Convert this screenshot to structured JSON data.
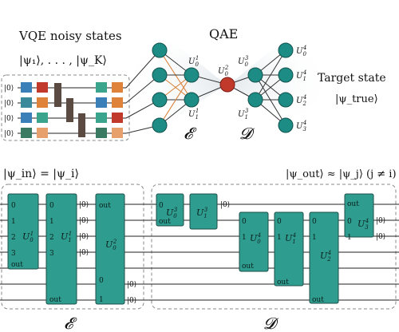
{
  "top": {
    "vqe_title": "VQE noisy states",
    "vqe_states": "|ψ₁⟩, . . . , |ψ_K⟩",
    "ket0": "|0⟩",
    "qae_title": "QAE",
    "encoder_symbol": "𝓔",
    "decoder_symbol": "𝓓",
    "target_title": "Target state",
    "target_state": "|ψ_true⟩",
    "latent_label_top": "U",
    "nn_labels": {
      "enc_top": {
        "base": "U",
        "sub": "0",
        "sup": "1"
      },
      "enc_bot": {
        "base": "U",
        "sub": "1",
        "sup": "1"
      },
      "latent": {
        "base": "U",
        "sub": "0",
        "sup": "2"
      },
      "dec_top": {
        "base": "U",
        "sub": "0",
        "sup": "3"
      },
      "dec_bot": {
        "base": "U",
        "sub": "1",
        "sup": "3"
      },
      "out0": {
        "base": "U",
        "sub": "0",
        "sup": "4"
      },
      "out1": {
        "base": "U",
        "sub": "1",
        "sup": "4"
      },
      "out2": {
        "base": "U",
        "sub": "2",
        "sup": "4"
      },
      "out3": {
        "base": "U",
        "sub": "3",
        "sup": "4"
      }
    },
    "colors": {
      "gate_teal": "#2e9c8e",
      "node_teal": "#1c8c84",
      "latent_red": "#c0392b",
      "edge_orange": "#d9823b",
      "blocks": [
        "#3a7fb8",
        "#c0392b",
        "#5b4a42",
        "#3aa58c",
        "#e0833a",
        "#3a7a62",
        "#e7a06b"
      ]
    }
  },
  "bottom": {
    "psi_in": "|ψ_in⟩ = |ψ_i⟩",
    "psi_out": "|ψ_out⟩ ≈ |ψ_j⟩ (j ≠ i)",
    "encoder_label": "𝓔",
    "decoder_label": "𝓓",
    "ket0": "|0⟩",
    "gates": {
      "U01": {
        "base": "U",
        "sub": "0",
        "sup": "1"
      },
      "U11": {
        "base": "U",
        "sub": "1",
        "sup": "1"
      },
      "U02": {
        "base": "U",
        "sub": "0",
        "sup": "2"
      },
      "U03": {
        "base": "U",
        "sub": "0",
        "sup": "3"
      },
      "U13": {
        "base": "U",
        "sub": "1",
        "sup": "3"
      },
      "U04": {
        "base": "U",
        "sub": "0",
        "sup": "4"
      },
      "U14": {
        "base": "U",
        "sub": "1",
        "sup": "4"
      },
      "U24": {
        "base": "U",
        "sub": "2",
        "sup": "4"
      },
      "U34": {
        "base": "U",
        "sub": "3",
        "sup": "4"
      }
    },
    "port_labels": {
      "zero": "0",
      "one": "1",
      "two": "2",
      "three": "3",
      "out": "out"
    }
  }
}
